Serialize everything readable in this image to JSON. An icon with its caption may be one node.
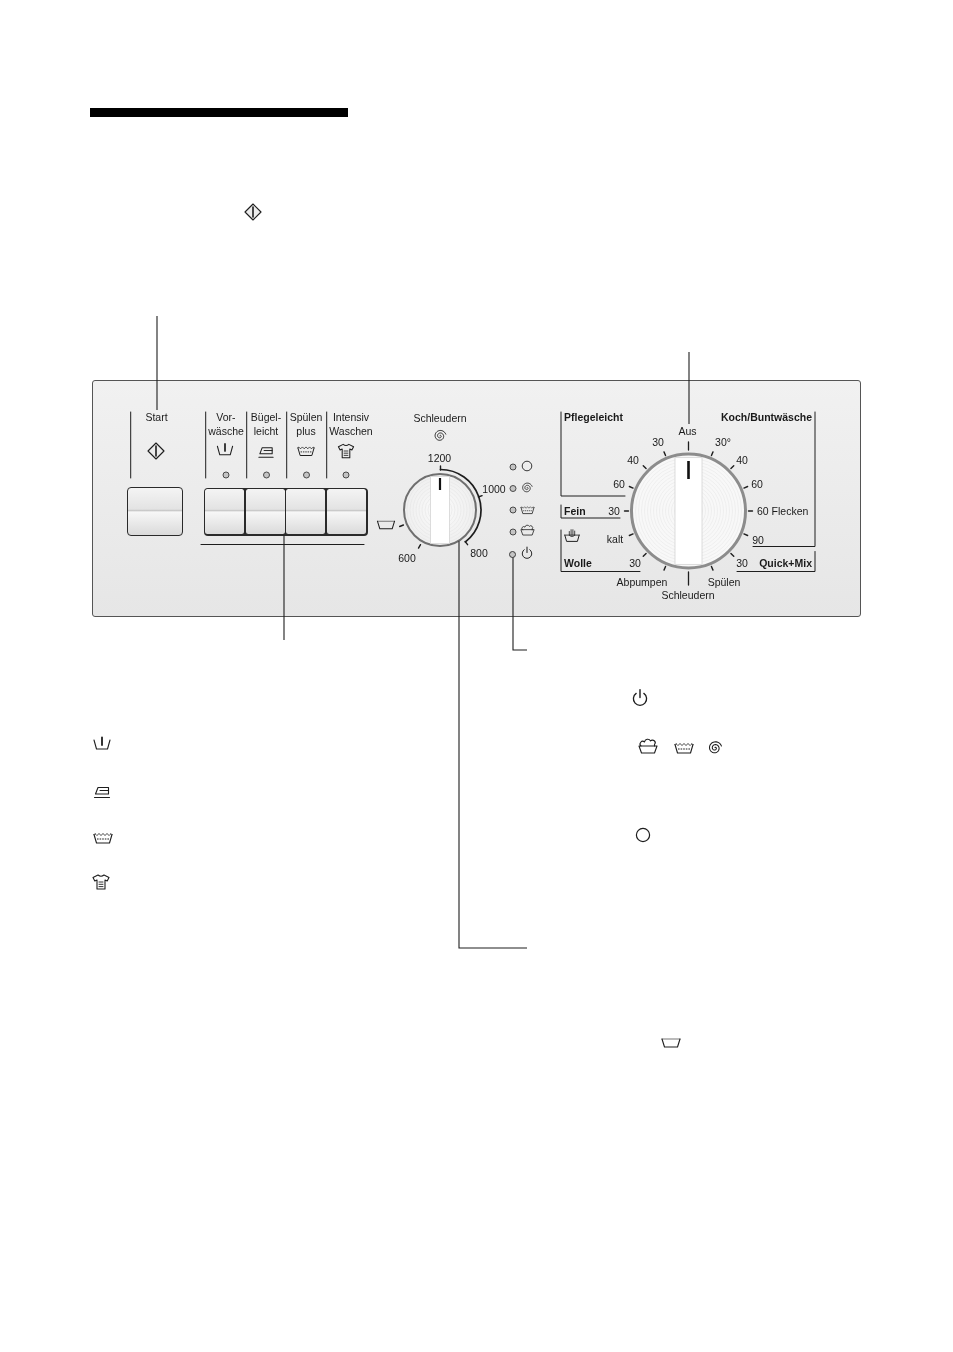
{
  "diagram": {
    "nodes": [
      {
        "text": [],
        "shape": "box"
      },
      {
        "text": [
          "Start"
        ],
        "in": 0
      },
      {
        "text": [],
        "shape": "box",
        "in": 0
      },
      {
        "text": [],
        "shape": "box",
        "in": 0
      },
      {
        "text": [],
        "shape": "box",
        "in": 3
      },
      {
        "text": [],
        "shape": "box",
        "in": 3
      },
      {
        "text": [],
        "shape": "box",
        "in": 3
      },
      {
        "text": [],
        "shape": "box",
        "in": 3
      },
      {
        "text": [],
        "shape": "circle",
        "in": 0
      },
      {
        "text": [],
        "shape": "circle",
        "in": 0
      },
      {
        "text": [
          "Aus"
        ],
        "in": 0
      }
    ],
    "edges": [
      {
        "from": null,
        "to": 1,
        "arrow": "none"
      },
      {
        "from": null,
        "to": 10,
        "arrow": "none"
      },
      {
        "from": null,
        "to": 3,
        "arrow": "none"
      },
      {
        "from": null,
        "to": 9,
        "arrow": "none"
      },
      {
        "from": null,
        "to": 8,
        "arrow": "none"
      }
    ],
    "labels": [
      "Vor- wäsche",
      "Bügel- leicht",
      "Spülen plus",
      "Intensiv Waschen",
      "Schleudern",
      "1200",
      "1000",
      "600",
      "800",
      "Pflegeleicht",
      "Koch/Buntwäsche",
      "30",
      "30°",
      "40",
      "40",
      "60",
      "60",
      "Fein",
      "30",
      "60 Flecken",
      "kalt",
      "90",
      "Wolle",
      "30",
      "30",
      "Quick+Mix",
      "Abpumpen",
      "Spülen",
      "Schleudern"
    ]
  }
}
